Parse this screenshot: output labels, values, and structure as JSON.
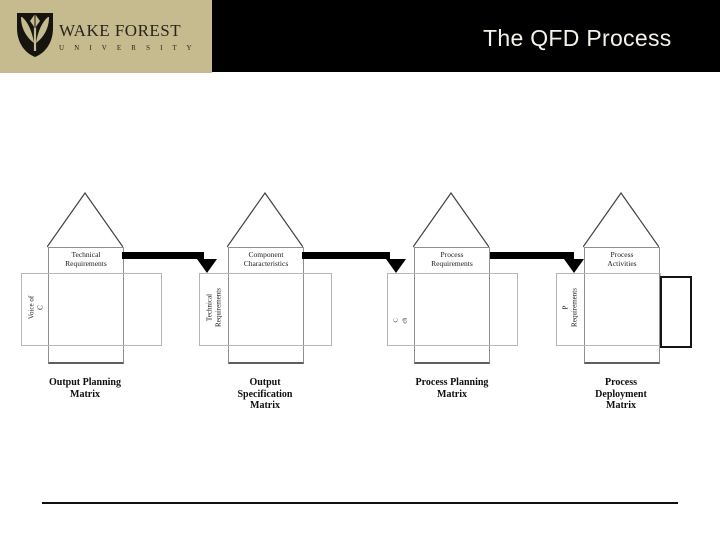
{
  "header": {
    "title": "The QFD Process",
    "logo": {
      "org_name": "WAKE FOREST",
      "org_subtitle": "U N I V E R S I T Y",
      "shield_icon": "wake-forest-shield-icon"
    },
    "colors": {
      "accent_tan": "#c5bb8e",
      "header_black": "#000000",
      "title_text": "#f4f2ea"
    }
  },
  "diagram": {
    "houses": [
      {
        "top_label": "Technical\nRequirements",
        "side_label": "Voice of\nC",
        "bottom_label": "Output Planning\nMatrix"
      },
      {
        "top_label": "Component\nCharacteristics",
        "side_label": "Technical\nRequirements",
        "bottom_label": "Output\nSpecification\nMatrix"
      },
      {
        "top_label": "Process\nRequirements",
        "side_label": "C\nch",
        "bottom_label": "Process Planning\nMatrix"
      },
      {
        "top_label": "Process\nActivities",
        "side_label": "P\nRequirements",
        "bottom_label": "Process\nDeployment\nMatrix"
      }
    ],
    "arrow_count": 3
  }
}
